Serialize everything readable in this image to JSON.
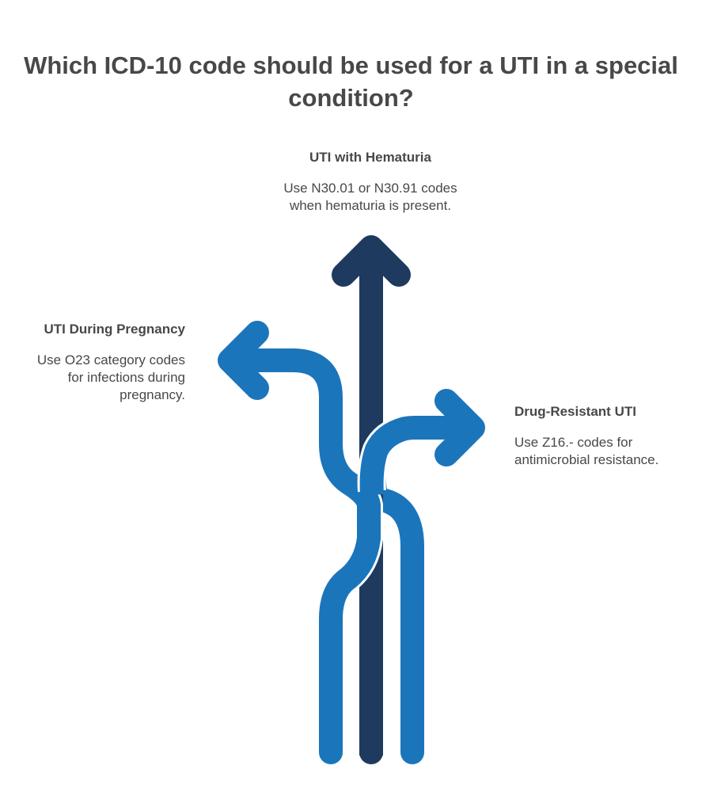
{
  "title": "Which ICD-10 code should be used for a UTI in a special condition?",
  "colors": {
    "dark_arrow": "#1f3a5f",
    "blue_arrow": "#1b75bb",
    "text": "#484848"
  },
  "branches": {
    "hematuria": {
      "heading": "UTI with Hematuria",
      "description_lines": [
        "Use N30.01 or N30.91 codes",
        "when hematuria is present."
      ]
    },
    "pregnancy": {
      "heading": "UTI During Pregnancy",
      "description_lines": [
        "Use O23 category codes",
        "for infections during",
        "pregnancy."
      ]
    },
    "drug_resistant": {
      "heading": "Drug-Resistant UTI",
      "description_lines": [
        "Use Z16.- codes for",
        "antimicrobial resistance."
      ]
    }
  }
}
